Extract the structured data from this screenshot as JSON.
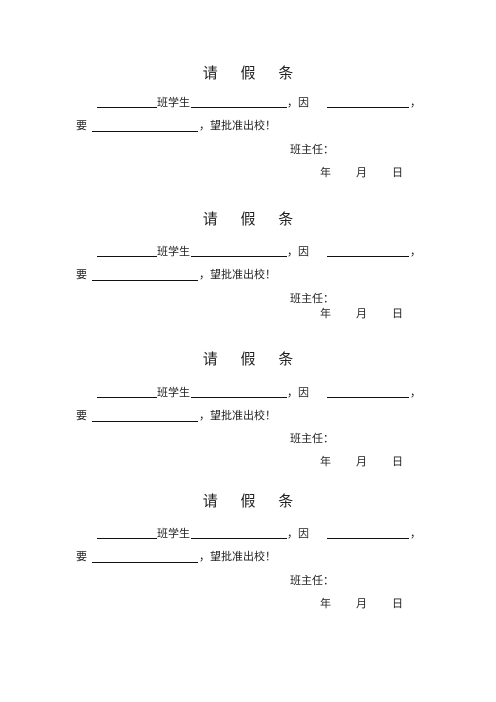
{
  "slips": [
    {
      "title": "请 假 条",
      "class_student_label": "班学生",
      "because_label": "，因",
      "comma": "，",
      "request_label": "要",
      "approve_text": "，望批准出校！",
      "teacher_label": "班主任：",
      "year_label": "年",
      "month_label": "月",
      "day_label": "日"
    },
    {
      "title": "请 假 条",
      "class_student_label": "班学生",
      "because_label": "，因",
      "comma": "，",
      "request_label": "要",
      "approve_text": "，望批准出校！",
      "teacher_label": "班主任：",
      "year_label": "年",
      "month_label": "月",
      "day_label": "日"
    },
    {
      "title": "请 假 条",
      "class_student_label": "班学生",
      "because_label": "，因",
      "comma": "，",
      "request_label": "要",
      "approve_text": "，望批准出校！",
      "teacher_label": "班主任：",
      "year_label": "年",
      "month_label": "月",
      "day_label": "日"
    },
    {
      "title": "请 假 条",
      "class_student_label": "班学生",
      "because_label": "，因",
      "comma": "，",
      "request_label": "要",
      "approve_text": "，望批准出校！",
      "teacher_label": "班主任：",
      "year_label": "年",
      "month_label": "月",
      "day_label": "日"
    }
  ]
}
